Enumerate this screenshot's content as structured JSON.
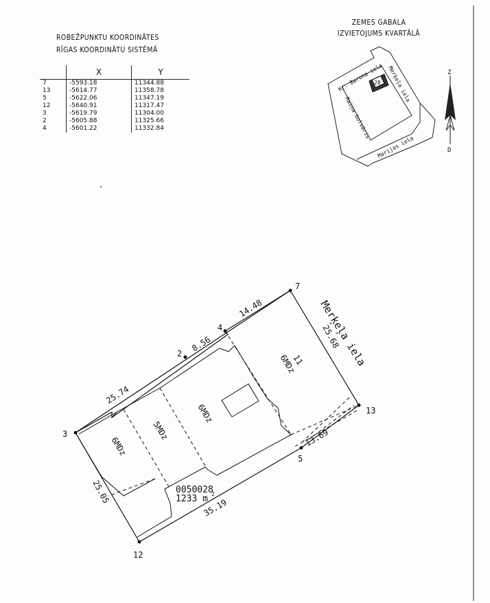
{
  "coords_title": [
    "ROBEŽPUNKTU KOORDINĀTES",
    "RĪGAS KOORDINĀTU SISTĒMĀ"
  ],
  "coords_table": {
    "headers": [
      "X",
      "Y"
    ],
    "rows": [
      {
        "id": "7",
        "x": "-5593.18",
        "y": "11344.88"
      },
      {
        "id": "13",
        "x": "-5614.77",
        "y": "11358.78"
      },
      {
        "id": "5",
        "x": "-5622.06",
        "y": "11347.19"
      },
      {
        "id": "12",
        "x": "-5640.91",
        "y": "11317.47"
      },
      {
        "id": "3",
        "x": "-5619.79",
        "y": "11304.00"
      },
      {
        "id": "2",
        "x": "-5605.88",
        "y": "11325.66"
      },
      {
        "id": "4",
        "x": "-5601.22",
        "y": "11332.84"
      }
    ]
  },
  "location": {
    "title": [
      "ZEMES GABALA",
      "IZVIETOJUMS KVARTĀLĀ"
    ],
    "streets": [
      "Kr. Barona iela",
      "Merķeļa iela",
      "Raiņa bulvāris",
      "Marijas iela"
    ],
    "parcel_badge": "28",
    "north": "Z",
    "south": "D"
  },
  "plot": {
    "street_label": "Merķeļa iela",
    "points": [
      "7",
      "4",
      "2",
      "3",
      "12",
      "5",
      "13"
    ],
    "distances": {
      "d7_13": "25.68",
      "d4_7": "14.48",
      "d2_4": "8.56",
      "d3_2": "25.74",
      "d3_12": "25.05",
      "d12_5": "35.19",
      "d5_13": "13.69"
    },
    "buildings": [
      {
        "number": "11",
        "type": "6MDz"
      },
      {
        "type": "6MDz"
      },
      {
        "type": "5MDz"
      },
      {
        "type": "6MDz"
      }
    ],
    "parcel_id": "0050028",
    "area_value": "1233 m",
    "area_exp": "2"
  }
}
